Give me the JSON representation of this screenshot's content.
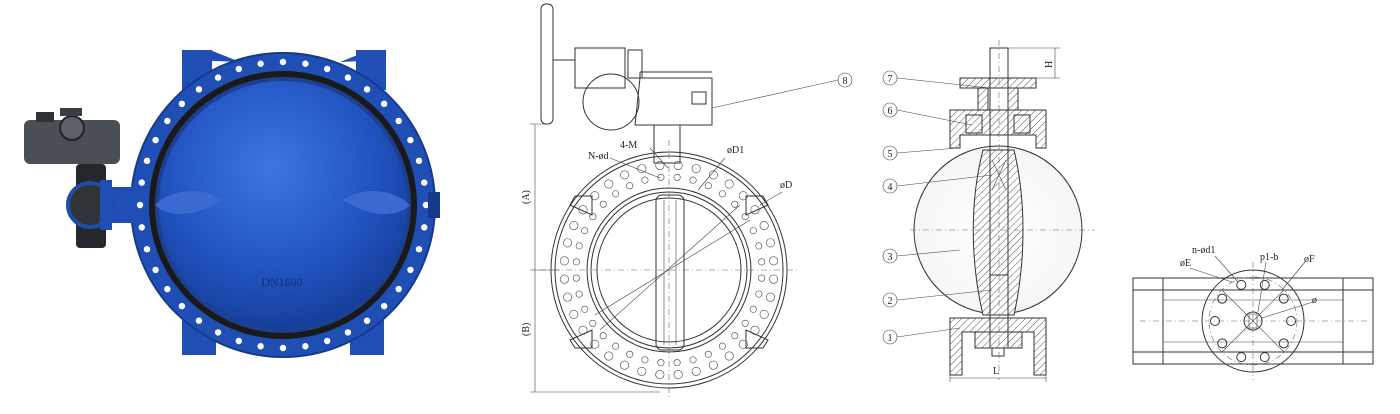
{
  "photo": {
    "marking": "DN1600"
  },
  "front_view": {
    "callouts": {
      "n_d": "N-ød",
      "m": "4-M",
      "d1": "øD1",
      "d": "øD",
      "a": "(A)",
      "b": "(B)",
      "part8": "8"
    }
  },
  "section_view": {
    "parts": [
      "1",
      "2",
      "3",
      "4",
      "5",
      "6",
      "7"
    ],
    "dims": {
      "h": "H",
      "l": "L"
    }
  },
  "top_view": {
    "callouts": {
      "nd1": "n-ød1",
      "p1b": "p1-b",
      "e": "øE",
      "f": "øF",
      "phi": "ø"
    }
  },
  "colors": {
    "body_blue": "#1f4fb5",
    "dark_blue": "#153a8c",
    "actuator_gray": "#4a4e55",
    "line": "#333333"
  }
}
